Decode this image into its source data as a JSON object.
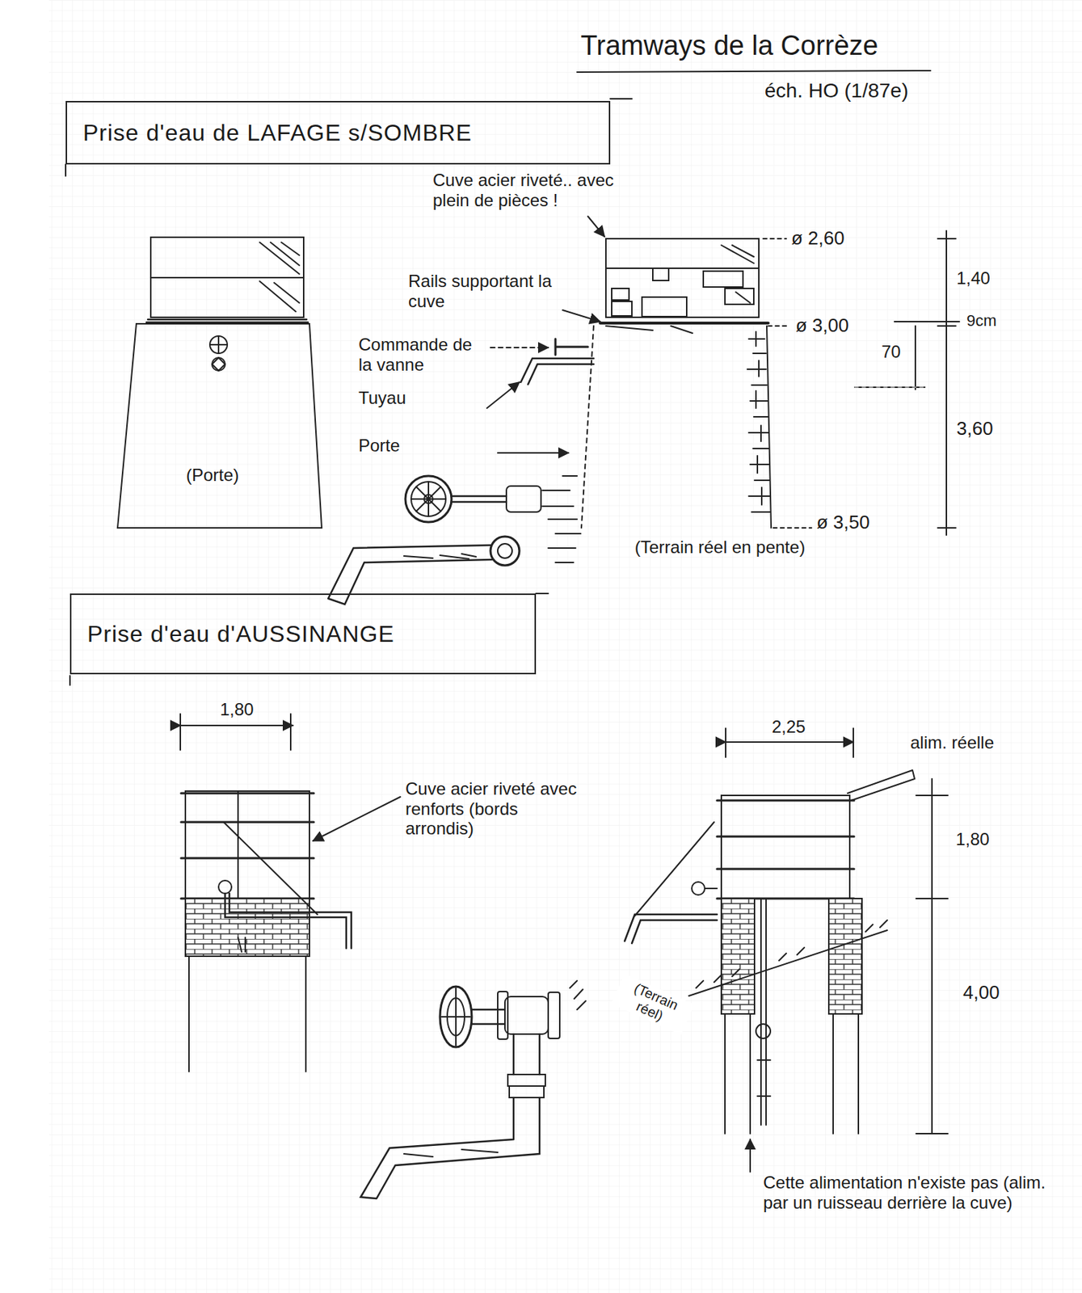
{
  "diagram": {
    "title": "Tramways de la Corrèze",
    "nodes": [
      {
        "text": [
          "Prise d'eau de LAFAGE s/SOMBRE"
        ]
      },
      {
        "text": [
          "Prise d'eau d'AUSSINANGE"
        ]
      }
    ],
    "labels": [
      "éch. HO (1/87e)",
      "Cuve acier riveté.. avec plein de pièces !",
      "Rails supportant la cuve",
      "Commande de la vanne",
      "Tuyau",
      "Porte",
      "(Porte)",
      "ø 2,60",
      "ø 3,00",
      "ø 3,50",
      "1,40",
      "9cm",
      "70",
      "3,60",
      "(Terrain réel en pente)",
      "1,80",
      "Cuve acier riveté avec renforts (bords arrondis)",
      "2,25",
      "alim. réelle",
      "1,80",
      "4,00",
      "(Terrain réel)",
      "Cette alimentation n'existe pas (alim. par un ruisseau derrière la cuve)"
    ]
  }
}
